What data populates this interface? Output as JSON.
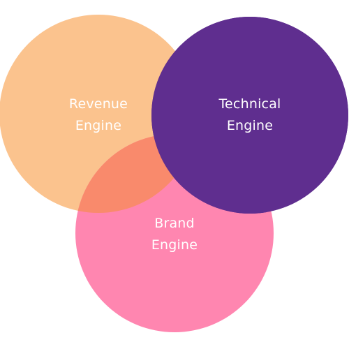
{
  "diagram": {
    "circles": [
      {
        "id": "revenue",
        "color": "#FBC38E"
      },
      {
        "id": "brand",
        "color": "#FF86B0"
      },
      {
        "id": "technical",
        "color": "#5F2E8F"
      }
    ],
    "overlap_color": "#F98A6C",
    "labels": {
      "revenue": {
        "line1": "Revenue",
        "line2": "Engine"
      },
      "technical": {
        "line1": "Technical",
        "line2": "Engine"
      },
      "brand": {
        "line1": "Brand",
        "line2": "Engine"
      }
    }
  }
}
